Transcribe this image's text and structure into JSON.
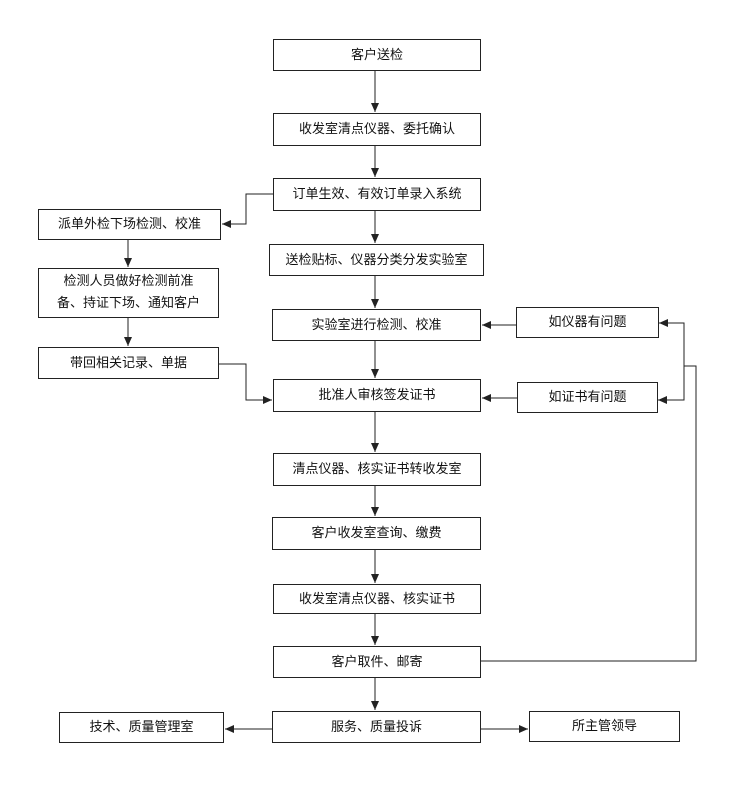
{
  "nodes": {
    "customer_send": "客户送检",
    "receiving_check_confirm": "收发室清点仪器、委托确认",
    "order_effective": "订单生效、有效订单录入系统",
    "label_distribute": "送检贴标、仪器分类分发实验室",
    "lab_testing": "实验室进行检测、校准",
    "approve_issue": "批准人审核签发证书",
    "count_verify_transfer": "清点仪器、核实证书转收发室",
    "customer_query_pay": "客户收发室查询、缴费",
    "receiving_count_verify": "收发室清点仪器、核实证书",
    "customer_pickup": "客户取件、邮寄",
    "complaint": "服务、质量投诉",
    "field_dispatch": "派单外检下场检测、校准",
    "field_prep_line1": "检测人员做好检测前准",
    "field_prep_line2": "备、持证下场、通知客户",
    "bring_records": "带回相关记录、单据",
    "instrument_issue": "如仪器有问题",
    "certificate_issue": "如证书有问题",
    "tech_quality_office": "技术、质量管理室",
    "supervisor": "所主管领导"
  },
  "colors": {
    "line": "#222222",
    "box_border": "#222222",
    "text": "#111111"
  }
}
